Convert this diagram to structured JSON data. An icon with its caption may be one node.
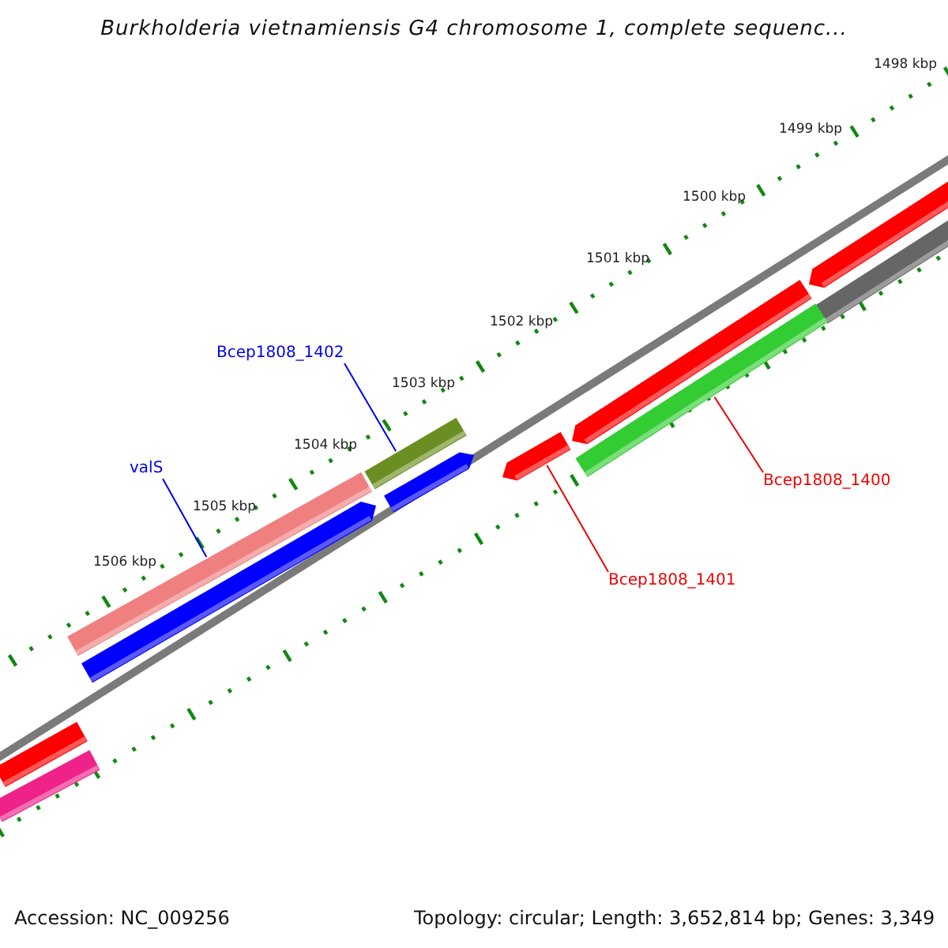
{
  "diagram": {
    "title": "Burkholderia vietnamiensis G4 chromosome 1, complete sequenc...",
    "nodes": [
      {
        "text": [
          "Bcep1808_1402"
        ]
      },
      {
        "text": [],
        "shape": "bar"
      },
      {
        "text": [
          "valS"
        ]
      },
      {
        "text": [],
        "shape": "bar"
      },
      {
        "text": [
          "Bcep1808_1400"
        ]
      },
      {
        "text": [],
        "shape": "bar"
      },
      {
        "text": [
          "Bcep1808_1401"
        ]
      },
      {
        "text": [],
        "shape": "bar"
      }
    ],
    "edges": [
      {
        "from": 0,
        "to": 1,
        "arrow": "none",
        "color": "#0000ee"
      },
      {
        "from": 2,
        "to": 3,
        "arrow": "none",
        "color": "#0000ee"
      },
      {
        "from": 4,
        "to": 5,
        "arrow": "none",
        "color": "#ee0000"
      },
      {
        "from": 6,
        "to": 7,
        "arrow": "none",
        "color": "#ee0000"
      }
    ],
    "labels": [
      "1498 kbp",
      "1499 kbp",
      "1500 kbp",
      "1501 kbp",
      "1502 kbp",
      "1503 kbp",
      "1504 kbp",
      "1505 kbp",
      "1506 kbp",
      "Accession: NC_009256",
      "Topology: circular; Length: 3,652,814 bp; Genes: 3,349"
    ]
  }
}
